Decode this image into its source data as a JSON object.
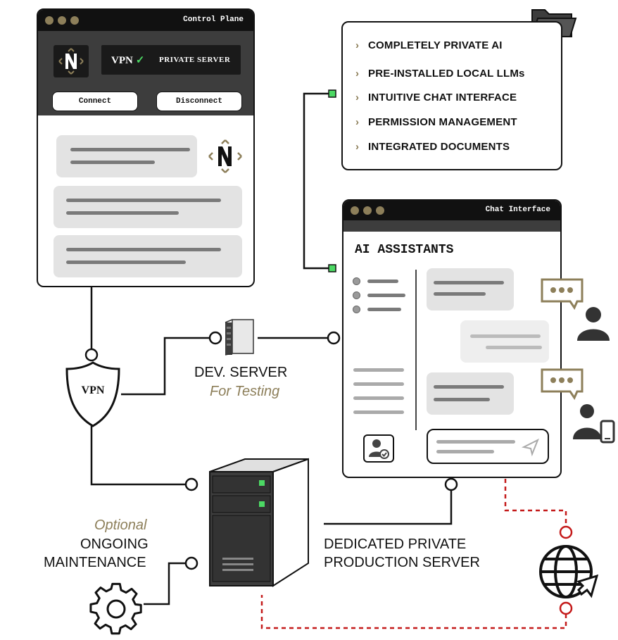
{
  "control_plane": {
    "title": "Control Plane",
    "vpn_label": "VPN",
    "vpn_status": "✓",
    "server_label": "PRIVATE SERVER",
    "connect_button": "Connect",
    "disconnect_button": "Disconnect"
  },
  "features": {
    "items": [
      "COMPLETELY PRIVATE AI",
      "PRE-INSTALLED LOCAL LLMs",
      "INTUITIVE CHAT INTERFACE",
      "PERMISSION MANAGEMENT",
      "INTEGRATED DOCUMENTS"
    ],
    "chevron": "›"
  },
  "chat": {
    "title": "Chat Interface",
    "heading": "AI ASSISTANTS"
  },
  "vpn_shield": {
    "label": "VPN"
  },
  "dev_server": {
    "title": "DEV. SERVER",
    "subtitle": "For Testing"
  },
  "production": {
    "line1": "DEDICATED PRIVATE",
    "line2": "PRODUCTION SERVER"
  },
  "maintenance": {
    "optional": "Optional",
    "line1": "ONGOING",
    "line2": "MAINTENANCE"
  },
  "colors": {
    "accent": "#8d7f5a",
    "dark": "#111111",
    "panel": "#3d3d3d",
    "green": "#4cd964",
    "red": "#c41a1a"
  }
}
